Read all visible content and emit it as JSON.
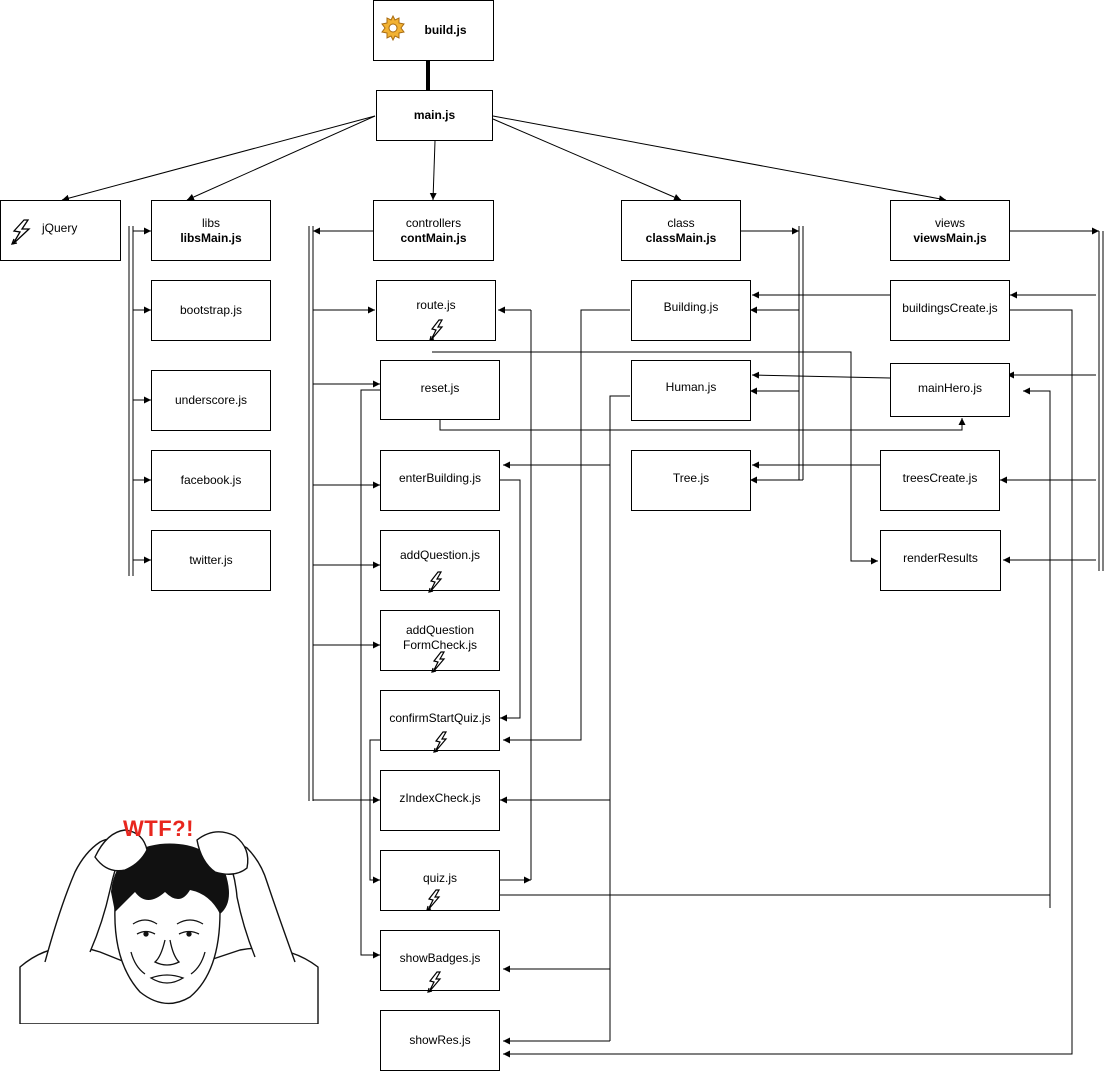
{
  "top": {
    "build": "build.js",
    "main": "main.js"
  },
  "groups": {
    "jquery": "jQuery",
    "libs": {
      "title": "libs",
      "main": "libsMain.js"
    },
    "controllers": {
      "title": "controllers",
      "main": "contMain.js"
    },
    "class": {
      "title": "class",
      "main": "classMain.js"
    },
    "views": {
      "title": "views",
      "main": "viewsMain.js"
    }
  },
  "libs": [
    "bootstrap.js",
    "underscore.js",
    "facebook.js",
    "twitter.js"
  ],
  "controllers": [
    "route.js",
    "reset.js",
    "enterBuilding.js",
    "addQuestion.js",
    "addQuestion\nFormCheck.js",
    "confirmStartQuiz.js",
    "zIndexCheck.js",
    "quiz.js",
    "showBadges.js",
    "showRes.js"
  ],
  "classes": [
    "Building.js",
    "Human.js",
    "Tree.js"
  ],
  "views": [
    "buildingsCreate.js",
    "mainHero.js",
    "treesCreate.js",
    "renderResults"
  ],
  "meme": {
    "caption": "WTF?!"
  },
  "icons": {
    "build": "gear-icon",
    "jquery": "lightning-bolt-icon",
    "event": "lightning-bolt-icon"
  },
  "colors": {
    "line": "#000000",
    "box_border": "#000000",
    "caption": "#e8261e",
    "gear": "#f2b233"
  }
}
